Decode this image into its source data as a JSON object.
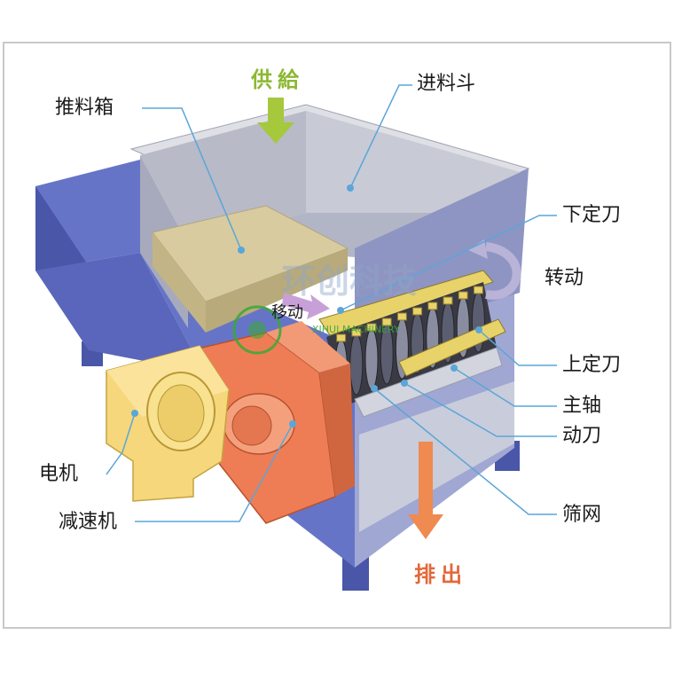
{
  "labels": {
    "supply": "供給",
    "hopper": "进料斗",
    "pusher_box": "推料箱",
    "lower_fixed_knife": "下定刀",
    "rotation": "转动",
    "upper_fixed_knife": "上定刀",
    "main_shaft": "主轴",
    "moving_knife": "动刀",
    "motor": "电机",
    "reducer": "减速机",
    "screen": "筛网",
    "discharge": "排出",
    "inner_motion": "移动"
  },
  "watermark": {
    "cn_text": "环创科技",
    "en_text": "XIHUI MACHINERY"
  },
  "colors": {
    "frame_blue": "#6674c8",
    "frame_blue_dark": "#4a56a8",
    "hopper_gray": "#c4c6d2",
    "pusher_tan": "#d8cba0",
    "motor_yellow": "#f7d77c",
    "reducer_orange": "#ee7d55",
    "knife_yellow": "#e8d36a",
    "arrow_green": "#a6c83c",
    "arrow_orange": "#ef8a50",
    "leader_blue": "#5aa6d8",
    "label_text": "#1a1a1a",
    "supply_text": "#8cb832",
    "discharge_text": "#e2683a",
    "watermark_green": "#3aa83a"
  }
}
